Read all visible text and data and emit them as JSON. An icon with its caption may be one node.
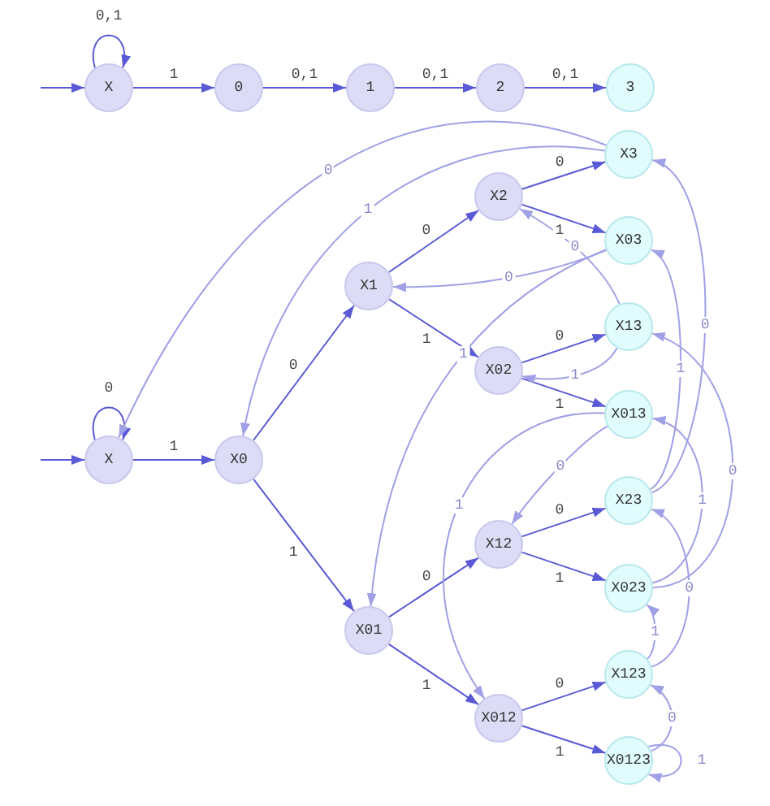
{
  "diagram": {
    "nodes": [
      {
        "text": [
          "X"
        ]
      },
      {
        "text": [
          "0"
        ]
      },
      {
        "text": [
          "1"
        ]
      },
      {
        "text": [
          "2"
        ]
      },
      {
        "text": [
          "3"
        ]
      },
      {
        "text": [
          "X"
        ]
      },
      {
        "text": [
          "X0"
        ]
      },
      {
        "text": [
          "X1"
        ]
      },
      {
        "text": [
          "X01"
        ]
      },
      {
        "text": [
          "X2"
        ]
      },
      {
        "text": [
          "X02"
        ]
      },
      {
        "text": [
          "X12"
        ]
      },
      {
        "text": [
          "X012"
        ]
      },
      {
        "text": [
          "X3"
        ]
      },
      {
        "text": [
          "X03"
        ]
      },
      {
        "text": [
          "X13"
        ]
      },
      {
        "text": [
          "X013"
        ]
      },
      {
        "text": [
          "X23"
        ]
      },
      {
        "text": [
          "X023"
        ]
      },
      {
        "text": [
          "X123"
        ]
      },
      {
        "text": [
          "X0123"
        ]
      }
    ],
    "edges": [
      {
        "from": null,
        "to": 0,
        "arrow": "to"
      },
      {
        "from": 0,
        "to": 0,
        "label": "0,1",
        "arrow": "to"
      },
      {
        "from": 0,
        "to": 1,
        "label": "1",
        "arrow": "to"
      },
      {
        "from": 1,
        "to": 2,
        "label": "0,1",
        "arrow": "to"
      },
      {
        "from": 2,
        "to": 3,
        "label": "0,1",
        "arrow": "to"
      },
      {
        "from": 3,
        "to": 4,
        "label": "0,1",
        "arrow": "to"
      },
      {
        "from": null,
        "to": 5,
        "arrow": "to"
      },
      {
        "from": 5,
        "to": 5,
        "label": "0",
        "arrow": "to"
      },
      {
        "from": 5,
        "to": 6,
        "label": "1",
        "arrow": "to"
      },
      {
        "from": 6,
        "to": 7,
        "label": "0",
        "arrow": "to"
      },
      {
        "from": 6,
        "to": 8,
        "label": "1",
        "arrow": "to"
      },
      {
        "from": 7,
        "to": 9,
        "label": "0",
        "arrow": "to"
      },
      {
        "from": 7,
        "to": 10,
        "label": "1",
        "arrow": "to"
      },
      {
        "from": 8,
        "to": 11,
        "label": "0",
        "arrow": "to"
      },
      {
        "from": 8,
        "to": 12,
        "label": "1",
        "arrow": "to"
      },
      {
        "from": 9,
        "to": 13,
        "label": "0",
        "arrow": "to"
      },
      {
        "from": 9,
        "to": 14,
        "label": "1",
        "arrow": "to"
      },
      {
        "from": 10,
        "to": 15,
        "label": "0",
        "arrow": "to"
      },
      {
        "from": 10,
        "to": 16,
        "label": "1",
        "arrow": "to"
      },
      {
        "from": 11,
        "to": 17,
        "label": "0",
        "arrow": "to"
      },
      {
        "from": 11,
        "to": 18,
        "label": "1",
        "arrow": "to"
      },
      {
        "from": 12,
        "to": 19,
        "label": "0",
        "arrow": "to"
      },
      {
        "from": 12,
        "to": 20,
        "label": "1",
        "arrow": "to"
      },
      {
        "from": 13,
        "to": 5,
        "label": "0",
        "arrow": "to",
        "color": "#a0a0e6"
      },
      {
        "from": 13,
        "to": 6,
        "label": "1",
        "arrow": "to",
        "color": "#a0a0e6"
      },
      {
        "from": 14,
        "to": 7,
        "label": "0",
        "arrow": "to",
        "color": "#a0a0e6"
      },
      {
        "from": 14,
        "to": 8,
        "label": "1",
        "arrow": "to",
        "color": "#a0a0e6"
      },
      {
        "from": 15,
        "to": 9,
        "label": "0",
        "arrow": "to",
        "color": "#a0a0e6"
      },
      {
        "from": 15,
        "to": 10,
        "label": "1",
        "arrow": "to",
        "color": "#a0a0e6"
      },
      {
        "from": 16,
        "to": 11,
        "label": "0",
        "arrow": "to",
        "color": "#a0a0e6"
      },
      {
        "from": 16,
        "to": 12,
        "label": "1",
        "arrow": "to",
        "color": "#a0a0e6"
      },
      {
        "from": 17,
        "to": 13,
        "label": "0",
        "arrow": "to",
        "color": "#a0a0e6"
      },
      {
        "from": 17,
        "to": 14,
        "label": "1",
        "arrow": "to",
        "color": "#a0a0e6"
      },
      {
        "from": 18,
        "to": 15,
        "label": "0",
        "arrow": "to",
        "color": "#a0a0e6"
      },
      {
        "from": 18,
        "to": 16,
        "label": "1",
        "arrow": "to",
        "color": "#a0a0e6"
      },
      {
        "from": 19,
        "to": 17,
        "label": "0",
        "arrow": "to",
        "color": "#a0a0e6"
      },
      {
        "from": 19,
        "to": 18,
        "label": "1",
        "arrow": "to",
        "color": "#a0a0e6"
      },
      {
        "from": 20,
        "to": 19,
        "label": "0",
        "arrow": "to",
        "color": "#a0a0e6"
      },
      {
        "from": 20,
        "to": 20,
        "label": "1",
        "arrow": "to",
        "color": "#a0a0e6"
      }
    ]
  }
}
